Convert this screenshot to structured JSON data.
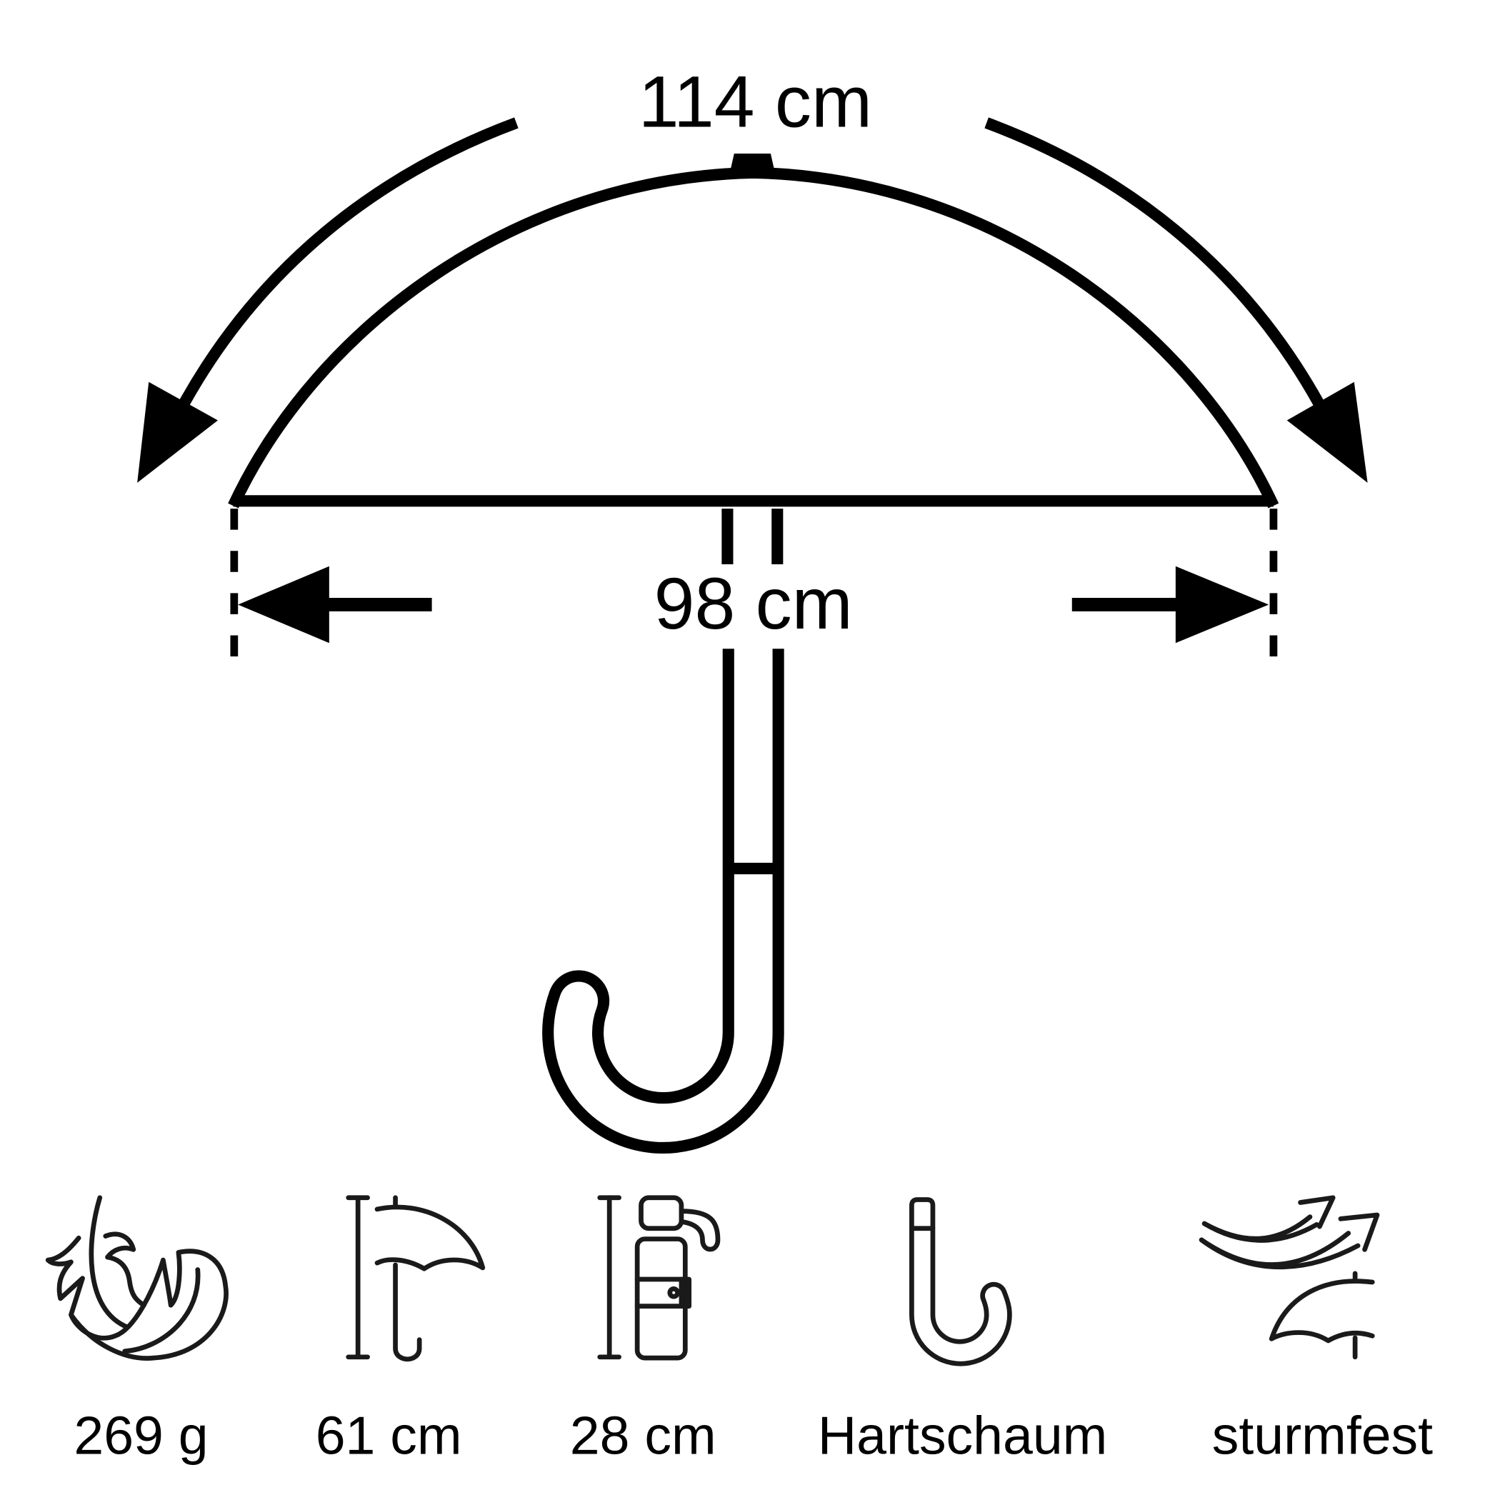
{
  "diagram": {
    "canopy_arc_label": "114 cm",
    "span_label": "98 cm"
  },
  "features": [
    {
      "icon": "feather-icon",
      "label": "269 g"
    },
    {
      "icon": "open-umbrella-length-icon",
      "label": "61 cm"
    },
    {
      "icon": "closed-umbrella-length-icon",
      "label": "28 cm"
    },
    {
      "icon": "handle-icon",
      "label": "Hartschaum"
    },
    {
      "icon": "storm-umbrella-icon",
      "label": "sturmfest"
    }
  ],
  "colors": {
    "stroke": "#000000",
    "background": "#ffffff"
  }
}
